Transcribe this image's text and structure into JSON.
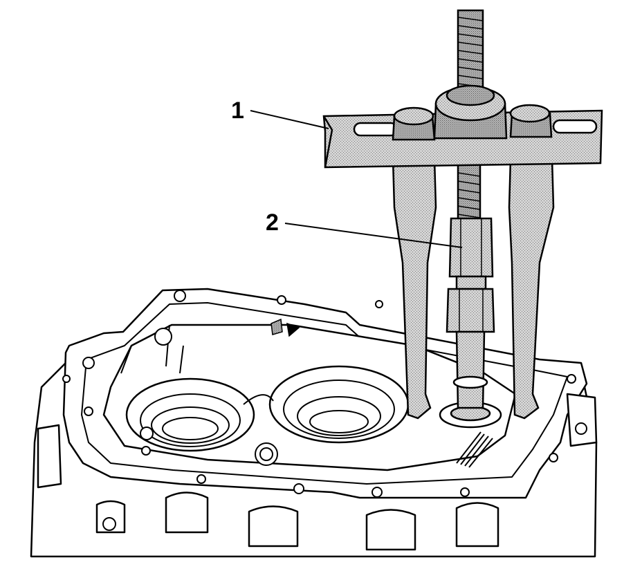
{
  "figure": {
    "callouts": [
      {
        "id": "1",
        "label": "1"
      },
      {
        "id": "2",
        "label": "2"
      }
    ],
    "colors": {
      "line": "#000000",
      "background": "#ffffff",
      "tool_fill": "#c8c8c8"
    },
    "icons": [
      "puller-bar-icon",
      "threaded-rod-icon",
      "puller-jaw-icon",
      "coupling-nut-icon",
      "transmission-case-icon",
      "direction-arrow-icon"
    ]
  }
}
